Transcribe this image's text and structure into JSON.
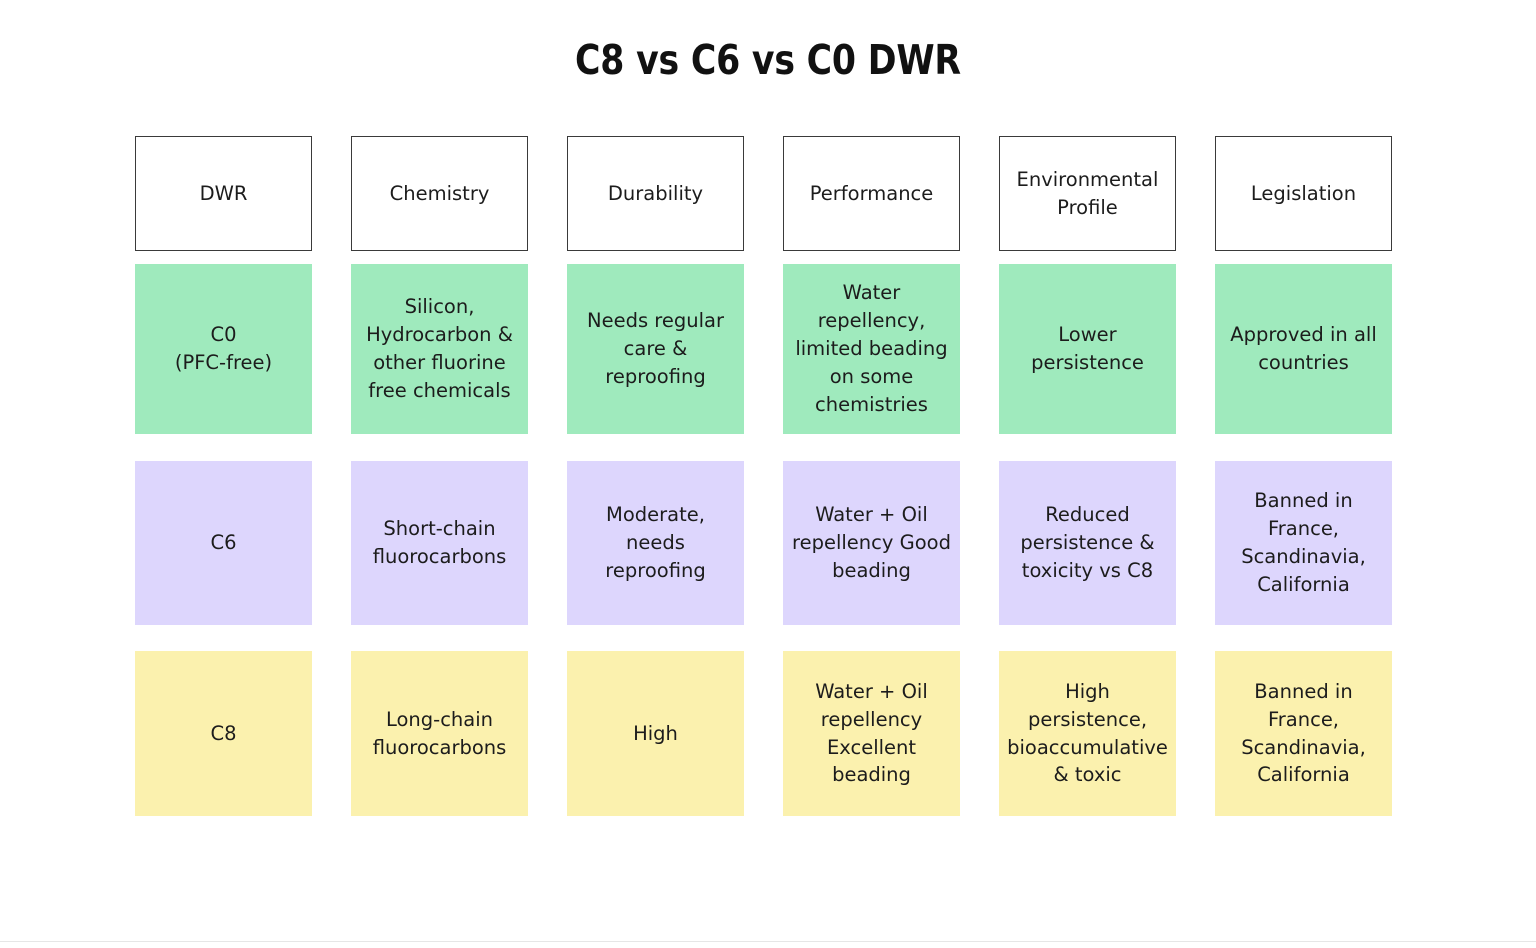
{
  "title": "C8 vs C6 vs C0 DWR",
  "colors": {
    "c0_row": "#9feabd",
    "c6_row": "#ddd6fd",
    "c8_row": "#fbf1ae",
    "header_border": "#3a3a3a",
    "text": "#1c1c1c",
    "background": "#ffffff",
    "bottom_rule": "#e6e6e6"
  },
  "table": {
    "headers": [
      "DWR",
      "Chemistry",
      "Durability",
      "Performance",
      "Environmental Profile",
      "Legislation"
    ],
    "rows": [
      {
        "id": "c0",
        "color": "#9feabd",
        "cells": [
          "C0\n(PFC-free)",
          "Silicon, Hydrocarbon & other fluorine free chemicals",
          "Needs regular care & reproofing",
          "Water repellency, limited beading on some chemistries",
          "Lower persistence",
          "Approved in all countries"
        ]
      },
      {
        "id": "c6",
        "color": "#ddd6fd",
        "cells": [
          "C6",
          "Short-chain fluorocarbons",
          "Moderate, needs reproofing",
          "Water + Oil repellency Good beading",
          "Reduced persistence & toxicity vs C8",
          "Banned in France, Scandinavia, California"
        ]
      },
      {
        "id": "c8",
        "color": "#fbf1ae",
        "cells": [
          "C8",
          "Long-chain fluorocarbons",
          "High",
          "Water + Oil repellency Excellent beading",
          "High persistence, bioaccumulative & toxic",
          "Banned in France, Scandinavia, California"
        ]
      }
    ]
  }
}
